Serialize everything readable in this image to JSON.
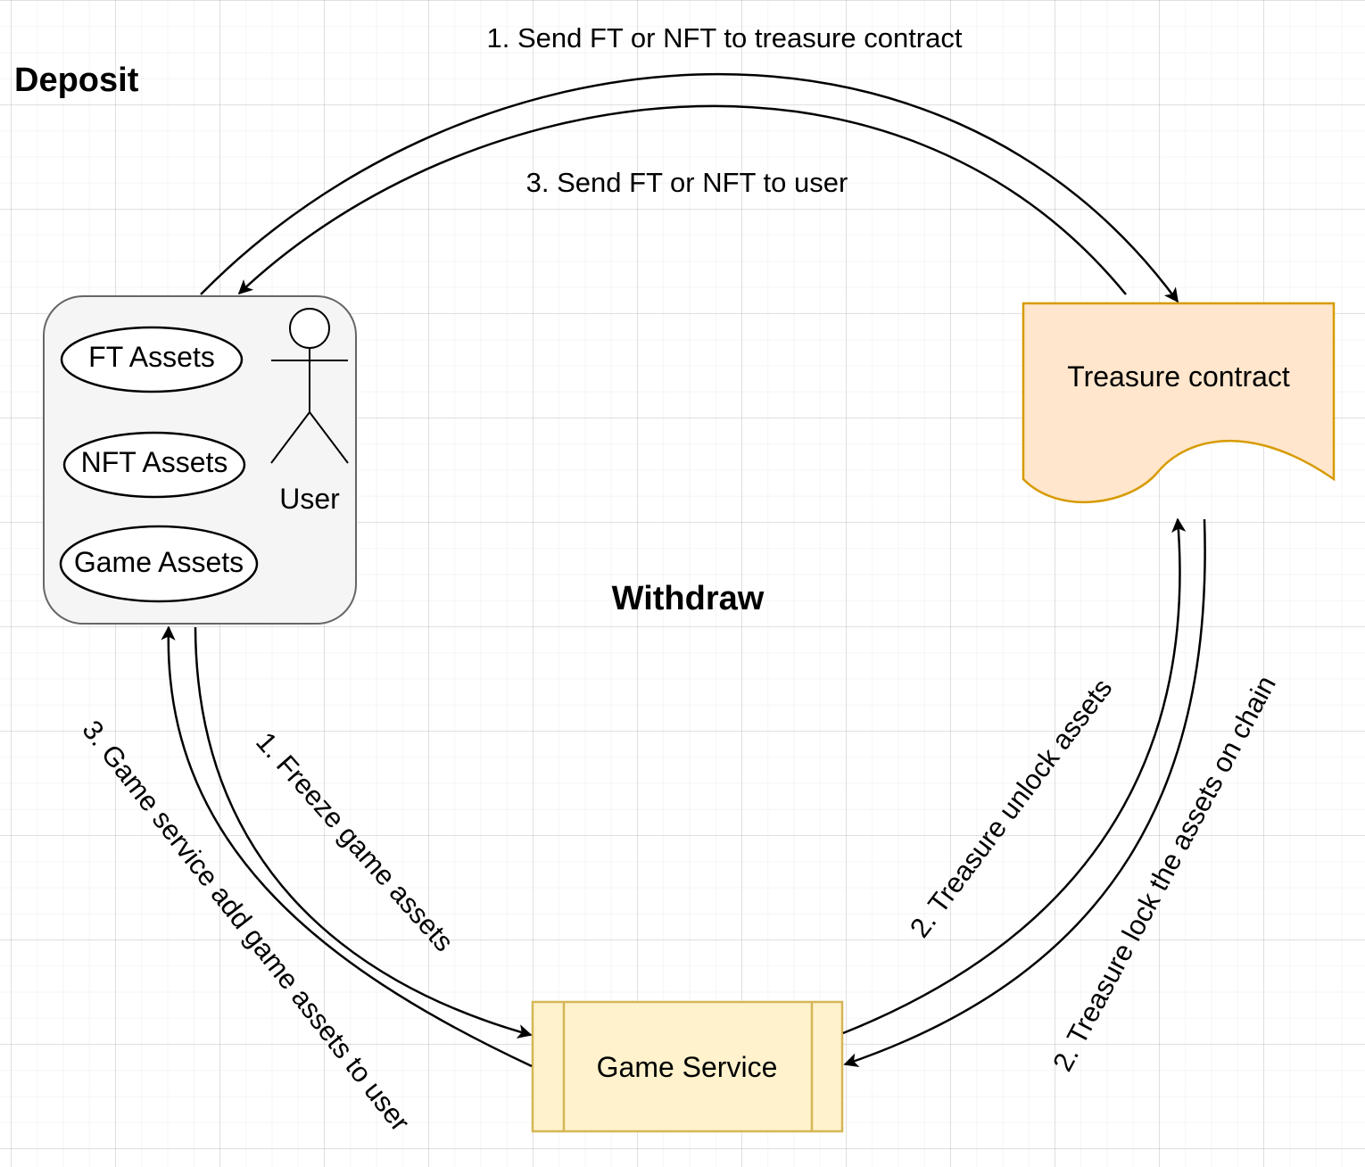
{
  "sections": {
    "deposit_title": "Deposit",
    "withdraw_title": "Withdraw"
  },
  "nodes": {
    "user_group": {
      "fill": "#f5f5f5",
      "stroke": "#666666",
      "assets": [
        "FT Assets",
        "NFT Assets",
        "Game Assets"
      ],
      "actor_label": "User"
    },
    "treasure_contract": {
      "label": "Treasure contract",
      "fill": "#ffe6cc",
      "stroke": "#d79b00"
    },
    "game_service": {
      "label": "Game Service",
      "fill": "#fff2cc",
      "stroke": "#d6b656"
    }
  },
  "edges": {
    "deposit_send": "1. Send FT or NFT to treasure contract",
    "deposit_return": "3. Send FT or NFT to user",
    "freeze": "1. Freeze game assets",
    "add_to_user": "3. Game service add game assets to user",
    "unlock": "2. Treasure unlock assets",
    "lock": "2. Treasure lock the assets on chain"
  }
}
